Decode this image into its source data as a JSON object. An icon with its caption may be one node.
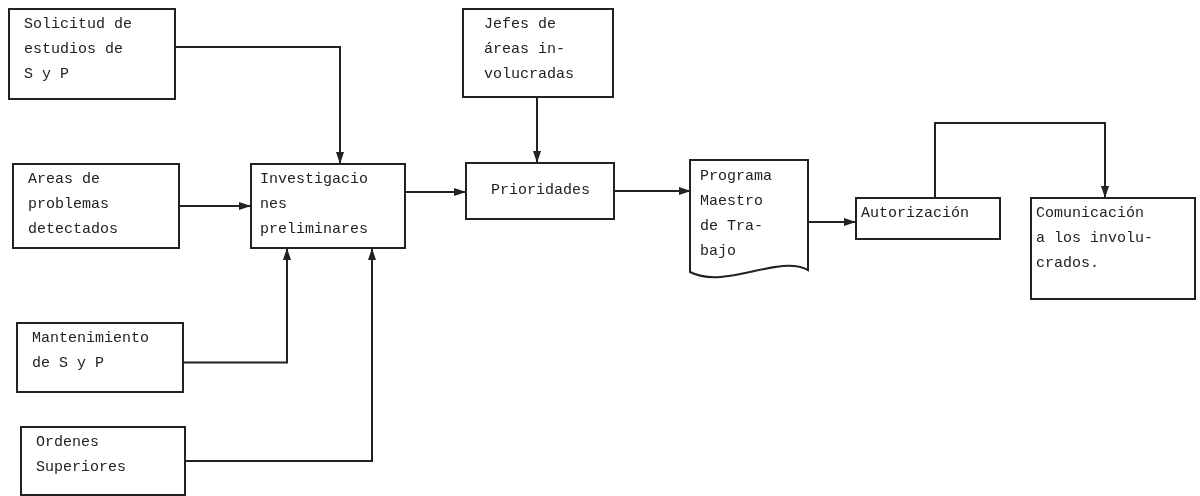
{
  "diagram": {
    "nodes": [
      {
        "text": [
          "Solicitud de estudios de S y P"
        ]
      },
      {
        "text": [
          "Jefes de áreas in- volucradas"
        ]
      },
      {
        "text": [
          "Areas de problemas detectados"
        ]
      },
      {
        "text": [
          "Investigacio nes preliminares"
        ]
      },
      {
        "text": [
          "Prioridades"
        ]
      },
      {
        "text": [
          "Programa Maestro de Tra- bajo"
        ]
      },
      {
        "text": [
          "Autorización"
        ]
      },
      {
        "text": [
          "Comunicación a los involu- crados."
        ]
      },
      {
        "text": [
          "Mantenimiento de S y P"
        ]
      },
      {
        "text": [
          "Ordenes Superiores"
        ]
      }
    ],
    "edges": [
      {
        "from": 0,
        "to": 3,
        "arrow": "to"
      },
      {
        "from": 1,
        "to": 4,
        "arrow": "to"
      },
      {
        "from": 2,
        "to": 3,
        "arrow": "to"
      },
      {
        "from": 3,
        "to": 4,
        "arrow": "to"
      },
      {
        "from": 4,
        "to": 5,
        "arrow": "to"
      },
      {
        "from": 5,
        "to": 6,
        "arrow": "to"
      },
      {
        "from": 6,
        "to": 7,
        "arrow": "to"
      },
      {
        "from": 8,
        "to": 3,
        "arrow": "to"
      },
      {
        "from": 9,
        "to": 3,
        "arrow": "to"
      }
    ]
  }
}
